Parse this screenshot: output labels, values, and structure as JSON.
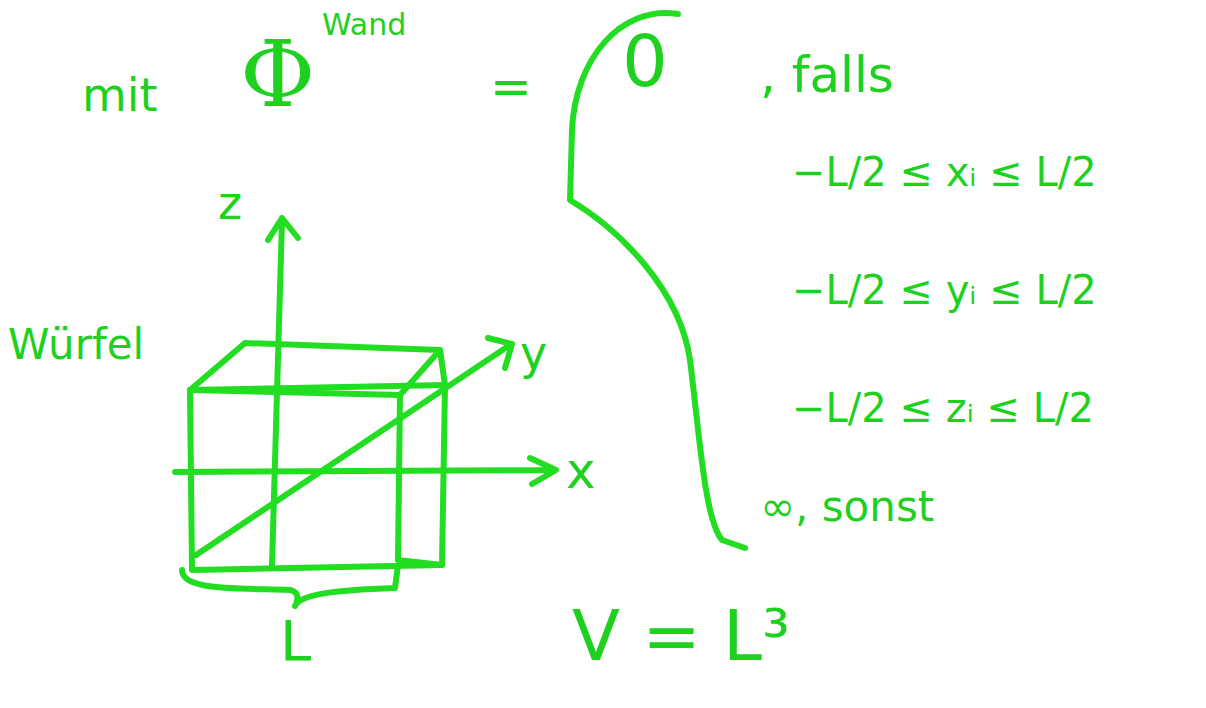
{
  "diagram": {
    "labels": [
      "mit",
      "Φ",
      "Wand",
      "=",
      "0",
      ", falls",
      "−L/2 ≤ xᵢ ≤ L/2",
      "−L/2 ≤ yᵢ ≤ L/2",
      "−L/2 ≤ zᵢ ≤ L/2",
      "∞, sonst",
      "Würfel",
      "z",
      "y",
      "x",
      "L",
      "V = L³"
    ]
  }
}
